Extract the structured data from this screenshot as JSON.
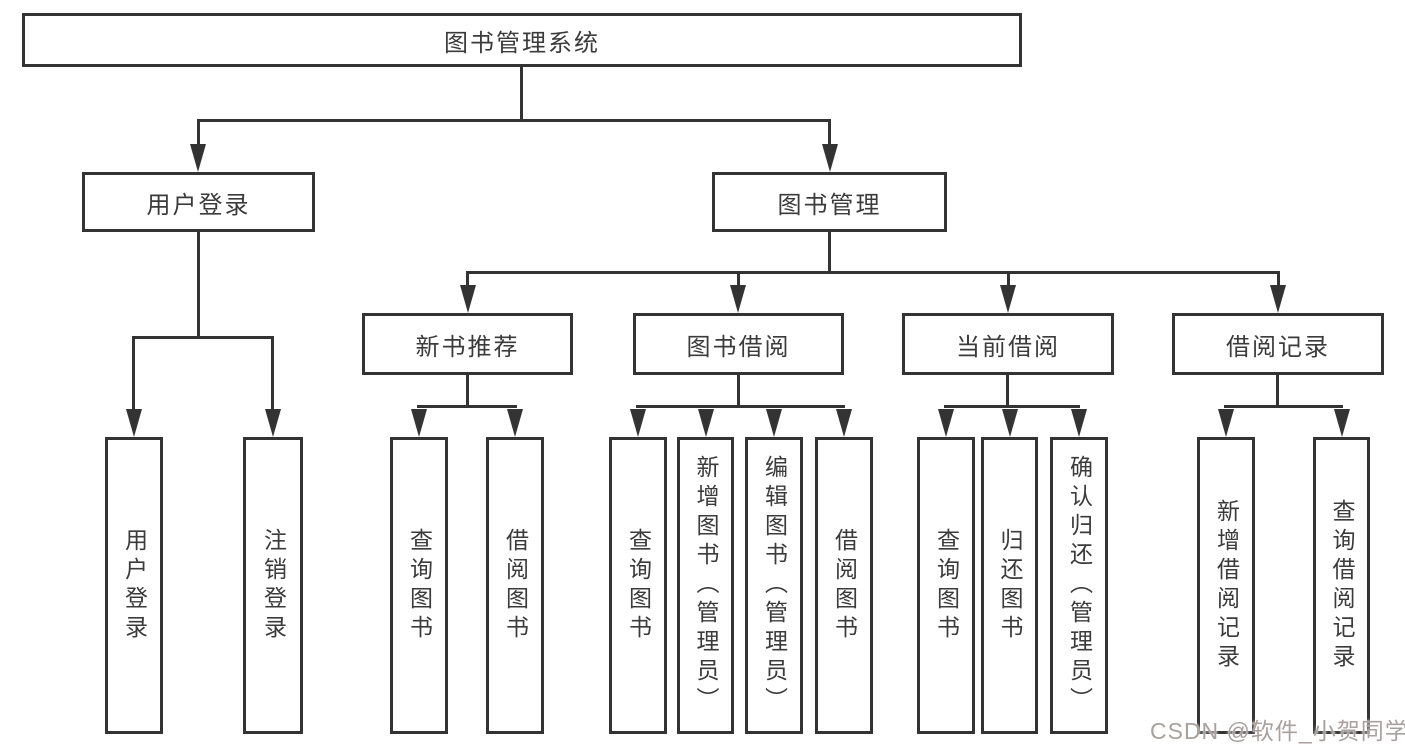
{
  "tree": {
    "root": {
      "label": "图书管理系统",
      "children": [
        {
          "label": "用户登录",
          "children": [
            {
              "label": "用户登录"
            },
            {
              "label": "注销登录"
            }
          ]
        },
        {
          "label": "图书管理",
          "children": [
            {
              "label": "新书推荐",
              "children": [
                {
                  "label": "查询图书"
                },
                {
                  "label": "借阅图书"
                }
              ]
            },
            {
              "label": "图书借阅",
              "children": [
                {
                  "label": "查询图书"
                },
                {
                  "label": "新增图书（管理员）"
                },
                {
                  "label": "编辑图书（管理员）"
                },
                {
                  "label": "借阅图书"
                }
              ]
            },
            {
              "label": "当前借阅",
              "children": [
                {
                  "label": "查询图书"
                },
                {
                  "label": "归还图书"
                },
                {
                  "label": "确认归还（管理员）"
                }
              ]
            },
            {
              "label": "借阅记录",
              "children": [
                {
                  "label": "新增借阅记录"
                },
                {
                  "label": "查询借阅记录"
                }
              ]
            }
          ]
        }
      ]
    }
  },
  "watermark": {
    "text": "CSDN @软件_小贺同学"
  },
  "colors": {
    "line": "#333333",
    "text": "#3b3b3b",
    "background": "#ffffff",
    "watermark": "#a8a19e"
  }
}
